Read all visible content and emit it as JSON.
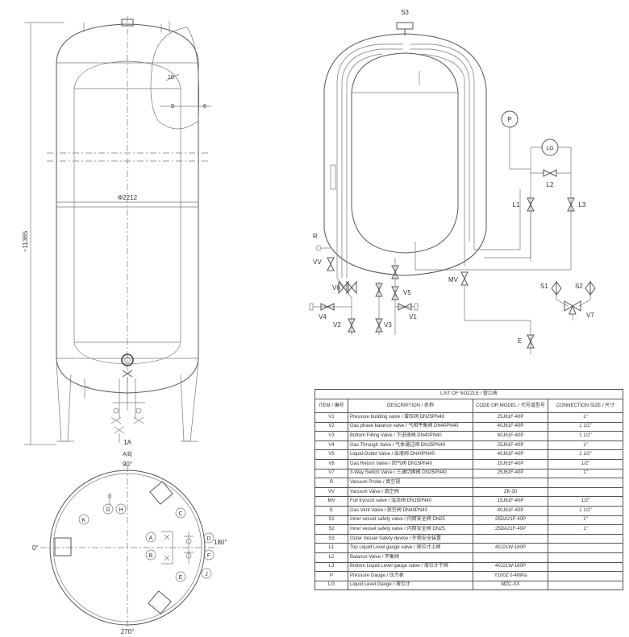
{
  "elevation": {
    "overall_height_label": "~11365",
    "diameter_label": "Φ2212",
    "view_label": "A向",
    "balloons": [
      "10",
      "9",
      "6",
      "1A"
    ]
  },
  "plan": {
    "angle_labels": [
      "90°",
      "180°",
      "270°",
      "0°"
    ],
    "nozzle_labels": [
      "K",
      "G",
      "H",
      "C",
      "A",
      "B",
      "D",
      "F",
      "J",
      "E"
    ]
  },
  "schematic": {
    "labels": [
      "S3",
      "P",
      "LG",
      "L2",
      "L1",
      "L3",
      "R",
      "VV",
      "V6",
      "V5",
      "MV",
      "V4",
      "V2",
      "V3",
      "V1",
      "S1",
      "S2",
      "V7",
      "E"
    ]
  },
  "table": {
    "title": "LIST OF NOZZLE / 管口表",
    "headers": [
      "ITEM / 编号",
      "DESCRIPTION / 名称",
      "CODE OR MODEL / 代号或型号",
      "CONNECTION SIZE / 尺寸"
    ],
    "rows": [
      [
        "V1",
        "Pressure building valve / 增压阀 DN25PN40",
        "25J61F-40P",
        "1\""
      ],
      [
        "V2",
        "Gas phase balance valve / 气相平衡阀 DN40PN40",
        "40J61F-40P",
        "1 1/2\""
      ],
      [
        "V3",
        "Bottom Filling Valve / 下进液阀 DN40PN40",
        "40J61F-40P",
        "1 1/2\""
      ],
      [
        "V4",
        "Gas Through Valve / 气体通过阀 DN25PN40",
        "25J61F-40P",
        "1\""
      ],
      [
        "V5",
        "Liquid Outlet Valve / 出液阀 DN40PN40",
        "40J61F-40P",
        "1 1/2\""
      ],
      [
        "V6",
        "Gas Return Valve / 回气阀 DN15PN40",
        "15J61F-40P",
        "1/2\""
      ],
      [
        "V7",
        "3-Way Switch Valve / 三通切换阀 DN25PN40",
        "25J61F-40P",
        "1\""
      ],
      [
        "R",
        "Vacuum Probe / 真空规",
        "",
        ""
      ],
      [
        "VV",
        "Vacuum Valve / 真空阀",
        "ZK-30",
        ""
      ],
      [
        "MV",
        "Full trycock valve / 溢流阀 DN15PN40",
        "15J61F-40P",
        "1/2\""
      ],
      [
        "E",
        "Gas Vent Valve / 放空阀 DN40PN40",
        "40J61F-40P",
        "1 1/2\""
      ],
      [
        "S1",
        "Inner vessel safety valve / 内筒安全阀 DN25",
        "25DA21F-40P",
        "1\""
      ],
      [
        "S2",
        "Inner vessel safety valve / 内筒安全阀 DN25",
        "25DA21F-40P",
        "1\""
      ],
      [
        "S3",
        "Outer Vessel Safety device / 外筒安全装置",
        "",
        ""
      ],
      [
        "L1",
        "Top Liquid Level gauge valve / 液位计上阀",
        "40J21W-160P",
        ""
      ],
      [
        "L2",
        "Balance Valve / 平衡阀",
        "",
        ""
      ],
      [
        "L3",
        "Bottom Liquid Level gauge valve / 液位计下阀",
        "40J21W-160P",
        ""
      ],
      [
        "P",
        "Pressure Gauge / 压力表",
        "Y100Z 0-4MPa",
        ""
      ],
      [
        "LG",
        "Liquid Level Gauge / 液位计",
        "MZC-XX",
        ""
      ]
    ]
  }
}
